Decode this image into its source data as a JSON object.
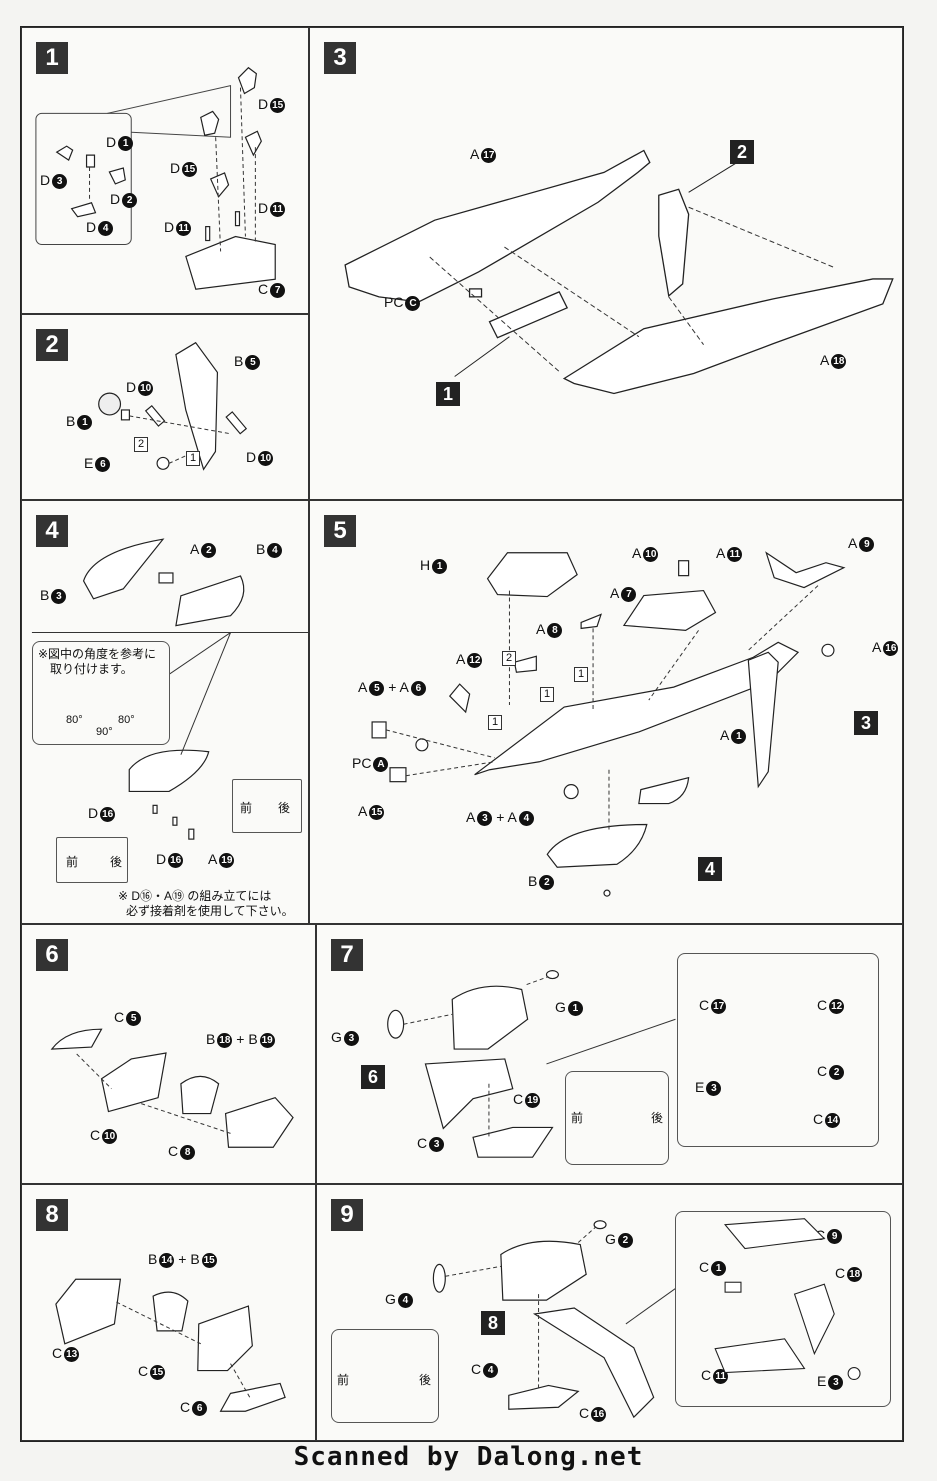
{
  "steps": {
    "s1": {
      "num": "1",
      "labels": {
        "d1": "D",
        "d2": "D",
        "d3": "D",
        "d4": "D",
        "d15a": "D",
        "d15b": "D",
        "d11a": "D",
        "d11b": "D",
        "c7": "C"
      },
      "nums": {
        "d1": "1",
        "d2": "2",
        "d3": "3",
        "d4": "4",
        "d15a": "15",
        "d15b": "15",
        "d11a": "11",
        "d11b": "11",
        "c7": "7"
      }
    },
    "s2": {
      "num": "2",
      "labels": {
        "b5": "B",
        "d10a": "D",
        "b1": "B",
        "e6": "E",
        "d10b": "D"
      },
      "nums": {
        "b5": "5",
        "d10a": "10",
        "b1": "1",
        "e6": "6",
        "d10b": "10"
      },
      "seq": [
        "2",
        "1"
      ]
    },
    "s3": {
      "num": "3",
      "labels": {
        "a17": "A",
        "pcc": "PC",
        "a18": "A"
      },
      "nums": {
        "a17": "17",
        "pcc": "C",
        "a18": "18"
      },
      "refs": [
        "2",
        "1"
      ]
    },
    "s4": {
      "num": "4",
      "labels": {
        "a2": "A",
        "b4": "B",
        "b3": "B",
        "d16a": "D",
        "d16b": "D",
        "a19": "A"
      },
      "nums": {
        "a2": "2",
        "b4": "4",
        "b3": "3",
        "d16a": "16",
        "d16b": "16",
        "a19": "19"
      },
      "note1": "※図中の角度を参考に",
      "note2": "取り付けます。",
      "angle_l": "80°",
      "angle_r": "80°",
      "angle_b": "90°",
      "front": "前",
      "back": "後",
      "warn1": "※ D⑯・A⑲ の組み立てには",
      "warn2": "必ず接着剤を使用して下さい。"
    },
    "s5": {
      "num": "5",
      "labels": {
        "h1": "H",
        "a10": "A",
        "a11": "A",
        "a9": "A",
        "a7": "A",
        "a8": "A",
        "a16": "A",
        "a12": "A",
        "a5a6": "A",
        "a6": "A",
        "a1": "A",
        "pca": "PC",
        "a15": "A",
        "a3a4": "A",
        "a4": "A",
        "b2": "B"
      },
      "nums": {
        "h1": "1",
        "a10": "10",
        "a11": "11",
        "a9": "9",
        "a7": "7",
        "a8": "8",
        "a16": "16",
        "a12": "12",
        "a5a6": "5",
        "a6": "6",
        "a1": "1",
        "pca": "A",
        "a15": "15",
        "a3a4": "3",
        "a4": "4",
        "b2": "2"
      },
      "plus": "+",
      "refs": [
        "3",
        "4"
      ],
      "seq": [
        "2",
        "1",
        "1",
        "1"
      ]
    },
    "s6": {
      "num": "6",
      "labels": {
        "c5": "C",
        "b18": "B",
        "b19": "B",
        "c10": "C",
        "c8": "C"
      },
      "nums": {
        "c5": "5",
        "b18": "18",
        "b19": "19",
        "c10": "10",
        "c8": "8"
      },
      "plus": "+"
    },
    "s7": {
      "num": "7",
      "labels": {
        "g1": "G",
        "g3": "G",
        "c19": "C",
        "c3": "C",
        "c17": "C",
        "c12": "C",
        "e3": "E",
        "c2": "C",
        "c14": "C"
      },
      "nums": {
        "g1": "1",
        "g3": "3",
        "c19": "19",
        "c3": "3",
        "c17": "17",
        "c12": "12",
        "e3": "3",
        "c2": "2",
        "c14": "14"
      },
      "ref": "6",
      "front": "前",
      "back": "後"
    },
    "s8": {
      "num": "8",
      "labels": {
        "b14": "B",
        "b15": "B",
        "c13": "C",
        "c15": "C",
        "c6": "C"
      },
      "nums": {
        "b14": "14",
        "b15": "15",
        "c13": "13",
        "c15": "15",
        "c6": "6"
      },
      "plus": "+"
    },
    "s9": {
      "num": "9",
      "labels": {
        "g2": "G",
        "g4": "G",
        "c4": "C",
        "c16": "C",
        "c9": "C",
        "c1": "C",
        "c18": "C",
        "c11": "C",
        "e3": "E"
      },
      "nums": {
        "g2": "2",
        "g4": "4",
        "c4": "4",
        "c16": "16",
        "c9": "9",
        "c1": "1",
        "c18": "18",
        "c11": "11",
        "e3": "3"
      },
      "ref": "8",
      "front": "前",
      "back": "後"
    }
  },
  "footer": "Scanned by Dalong.net"
}
